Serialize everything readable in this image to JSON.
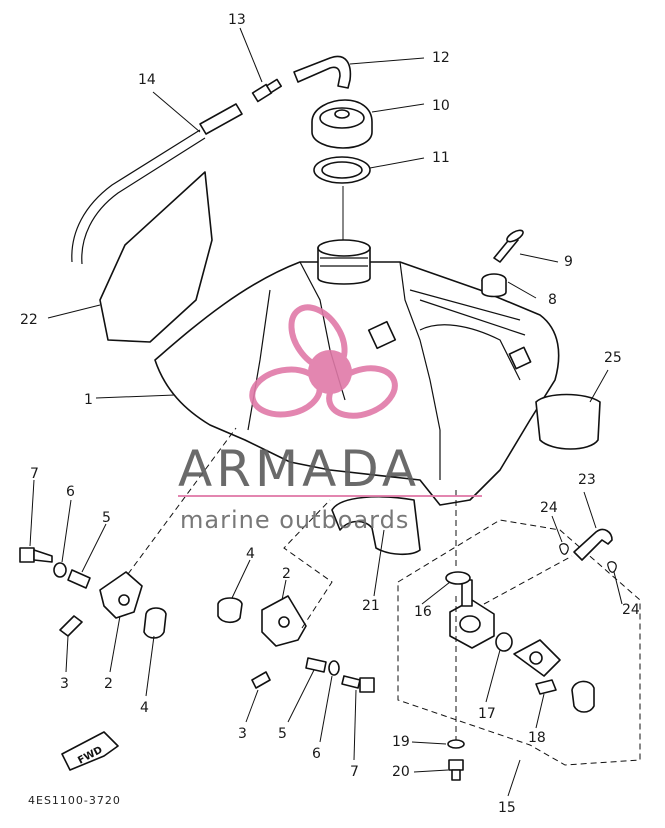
{
  "watermark": {
    "title": "ARMADA",
    "subtitle": "marine outboards",
    "accent_color": "#e07aa8",
    "logo_icon": "propeller-logo-icon"
  },
  "drawing_code": "4ES1100-3720",
  "direction_badge": "FWD",
  "callouts": [
    {
      "id": "c1",
      "label": "1",
      "part": "fuel-tank"
    },
    {
      "id": "c2a",
      "label": "2",
      "part": "tank-bracket-left"
    },
    {
      "id": "c2b",
      "label": "2",
      "part": "tank-bracket-right"
    },
    {
      "id": "c3a",
      "label": "3",
      "part": "bolt-left"
    },
    {
      "id": "c3b",
      "label": "3",
      "part": "bolt-right"
    },
    {
      "id": "c4a",
      "label": "4",
      "part": "damper-left"
    },
    {
      "id": "c4b",
      "label": "4",
      "part": "damper-right"
    },
    {
      "id": "c5a",
      "label": "5",
      "part": "collar-left"
    },
    {
      "id": "c5b",
      "label": "5",
      "part": "collar-right"
    },
    {
      "id": "c6a",
      "label": "6",
      "part": "washer-left"
    },
    {
      "id": "c6b",
      "label": "6",
      "part": "washer-right"
    },
    {
      "id": "c7a",
      "label": "7",
      "part": "bolt-long-left"
    },
    {
      "id": "c7b",
      "label": "7",
      "part": "bolt-long-right"
    },
    {
      "id": "c8",
      "label": "8",
      "part": "collar-top"
    },
    {
      "id": "c9",
      "label": "9",
      "part": "screw-top"
    },
    {
      "id": "c10",
      "label": "10",
      "part": "fuel-cap"
    },
    {
      "id": "c11",
      "label": "11",
      "part": "cap-gasket"
    },
    {
      "id": "c12",
      "label": "12",
      "part": "breather-hose-elbow"
    },
    {
      "id": "c13",
      "label": "13",
      "part": "check-valve"
    },
    {
      "id": "c14",
      "label": "14",
      "part": "breather-hose"
    },
    {
      "id": "c15",
      "label": "15",
      "part": "fuel-cock-assembly"
    },
    {
      "id": "c16",
      "label": "16",
      "part": "cock-gasket"
    },
    {
      "id": "c17",
      "label": "17",
      "part": "o-ring"
    },
    {
      "id": "c18",
      "label": "18",
      "part": "cock-screw"
    },
    {
      "id": "c19",
      "label": "19",
      "part": "drain-washer"
    },
    {
      "id": "c20",
      "label": "20",
      "part": "drain-bolt"
    },
    {
      "id": "c21",
      "label": "21",
      "part": "tank-damper"
    },
    {
      "id": "c22",
      "label": "22",
      "part": "tank-shield"
    },
    {
      "id": "c23",
      "label": "23",
      "part": "fuel-hose"
    },
    {
      "id": "c24a",
      "label": "24",
      "part": "hose-clip-upper"
    },
    {
      "id": "c24b",
      "label": "24",
      "part": "hose-clip-right"
    },
    {
      "id": "c25",
      "label": "25",
      "part": "side-damper"
    }
  ]
}
